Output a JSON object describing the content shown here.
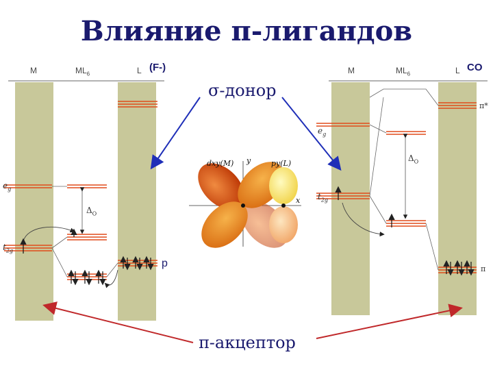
{
  "title": "Влияние π-лигандов",
  "columns": {
    "m": "M",
    "ml6": "ML",
    "ml6_sub": "6",
    "l": "L"
  },
  "left_ligand": "(F-)",
  "right_ligand": "CO",
  "labels": {
    "eg": "e",
    "eg_sub": "g",
    "t2g": "t",
    "t2g_sub": "2g",
    "delta": "Δ",
    "delta_sub": "O",
    "pi": "π",
    "pi_star": "π*",
    "p": "p"
  },
  "sigma_donor": "σ-донор",
  "pi_acceptor": "π-акцептор",
  "orbital": {
    "dxy": "dxy(M)",
    "py": "py(L)",
    "x": "x",
    "y": "y"
  },
  "colors": {
    "band": "#c8c89a",
    "level": "#e04a1a",
    "arrow_blue": "#1f2fb8",
    "arrow_red": "#c0282a",
    "title": "#1a1a6e"
  }
}
